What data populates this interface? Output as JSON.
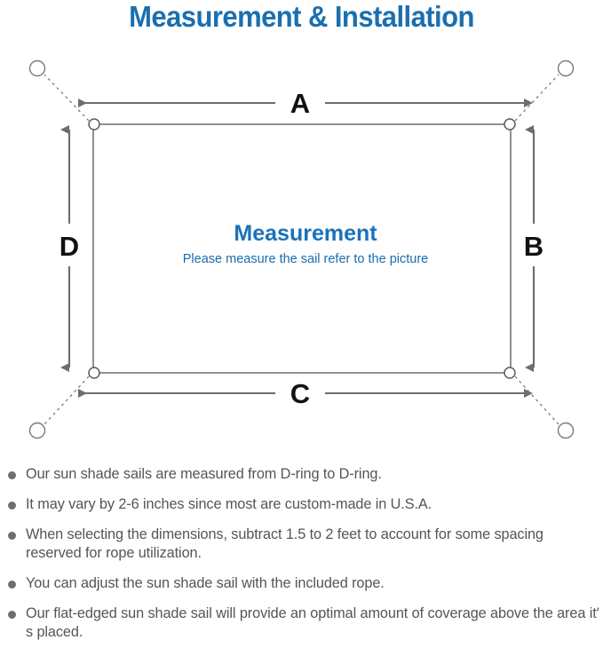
{
  "page": {
    "title": "Measurement & Installation",
    "title_color": "#1b6fb0"
  },
  "diagram": {
    "name": "sun-shade-sail-measurement-diagram",
    "center": {
      "heading": "Measurement",
      "subheading": "Please measure the sail refer to the picture",
      "heading_color": "#1b72b8",
      "subheading_color": "#1b6cab"
    },
    "dimension_labels": {
      "top": "A",
      "right": "B",
      "bottom": "C",
      "left": "D"
    },
    "line_color": "#6d6d6d",
    "sail_border_color": "#6d6d6d",
    "anchor_count": 4,
    "d_ring_count": 4
  },
  "notes": [
    "Our sun shade sails are measured from D-ring to D-ring.",
    "It may vary by 2-6 inches since most are custom-made in U.S.A.",
    "When selecting the dimensions, subtract 1.5 to 2 feet to account for some spacing reserved for rope utilization.",
    "You can adjust the sun shade sail with the included rope.",
    "Our flat-edged sun shade sail will provide an optimal amount of coverage above the area it′ s placed."
  ]
}
